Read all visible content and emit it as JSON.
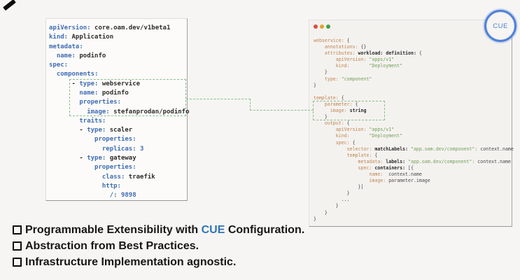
{
  "badge": {
    "label": "CUE",
    "color": "#4c7fd2"
  },
  "window_controls": {
    "close": "close",
    "minimize": "minimize",
    "maximize": "maximize"
  },
  "connector": {
    "color": "#8bbd8b",
    "style": "dashed"
  },
  "colors": {
    "background": "#f6f5f3",
    "yaml_key_blue": "#3f6db3",
    "cue_key_orange": "#c08552",
    "cue_string_green": "#74a05a",
    "highlight_green": "#8bbd8b",
    "bullet_accent_blue": "#2e74b5",
    "traffic_red": "#dd4a41",
    "traffic_yellow": "#e0a32e",
    "traffic_green": "#43a047"
  },
  "yaml_panel": {
    "lines": [
      [
        [
          "apiVersion:",
          "key"
        ],
        [
          " core.oam.dev/v1beta1",
          "val"
        ]
      ],
      [
        [
          "kind:",
          "key"
        ],
        [
          " Application",
          "val"
        ]
      ],
      [
        [
          "metadata:",
          "key"
        ]
      ],
      [
        [
          "  ",
          "val"
        ],
        [
          "name:",
          "key"
        ],
        [
          " podinfo",
          "val"
        ]
      ],
      [
        [
          "spec:",
          "key"
        ]
      ],
      [
        [
          "  ",
          "val"
        ],
        [
          "components:",
          "key"
        ]
      ],
      [
        [
          "      - ",
          "val"
        ],
        [
          "type:",
          "key"
        ],
        [
          " webservice",
          "val"
        ]
      ],
      [
        [
          "        ",
          "val"
        ],
        [
          "name:",
          "key"
        ],
        [
          " podinfo",
          "val"
        ]
      ],
      [
        [
          "        ",
          "val"
        ],
        [
          "properties:",
          "key"
        ]
      ],
      [
        [
          "          ",
          "val"
        ],
        [
          "image:",
          "key"
        ],
        [
          " stefanprodan/podinfo",
          "val"
        ]
      ],
      [
        [
          "        ",
          "val"
        ],
        [
          "traits:",
          "key"
        ]
      ],
      [
        [
          "        - ",
          "val"
        ],
        [
          "type:",
          "key"
        ],
        [
          " scaler",
          "val"
        ]
      ],
      [
        [
          "            ",
          "val"
        ],
        [
          "properties:",
          "key"
        ]
      ],
      [
        [
          "              ",
          "val"
        ],
        [
          "replicas:",
          "key"
        ],
        [
          " 3",
          "num"
        ]
      ],
      [
        [
          "        - ",
          "val"
        ],
        [
          "type:",
          "key"
        ],
        [
          " gateway",
          "val"
        ]
      ],
      [
        [
          "            ",
          "val"
        ],
        [
          "properties:",
          "key"
        ]
      ],
      [
        [
          "              ",
          "val"
        ],
        [
          "class:",
          "key"
        ],
        [
          " traefik",
          "val"
        ]
      ],
      [
        [
          "              ",
          "val"
        ],
        [
          "http:",
          "key"
        ]
      ],
      [
        [
          "                ",
          "val"
        ],
        [
          "/:",
          "key"
        ],
        [
          " 9898",
          "num"
        ]
      ]
    ]
  },
  "cue_panel": {
    "lines": [
      [
        [
          "webservice:",
          "key"
        ],
        [
          " {",
          "pl"
        ]
      ],
      [
        [
          "    ",
          "pl"
        ],
        [
          "annotations:",
          "key"
        ],
        [
          " {}",
          "pl"
        ]
      ],
      [
        [
          "    ",
          "pl"
        ],
        [
          "attributes:",
          "key"
        ],
        [
          " ",
          "pl"
        ],
        [
          "workload: definition:",
          "id"
        ],
        [
          " {",
          "pl"
        ]
      ],
      [
        [
          "        ",
          "pl"
        ],
        [
          "apiVersion:",
          "key"
        ],
        [
          " ",
          "pl"
        ],
        [
          "\"apps/v1\"",
          "str"
        ]
      ],
      [
        [
          "        ",
          "pl"
        ],
        [
          "kind:",
          "key"
        ],
        [
          "       ",
          "pl"
        ],
        [
          "\"Deployment\"",
          "str"
        ]
      ],
      [
        [
          "    }",
          "pl"
        ]
      ],
      [
        [
          "    ",
          "pl"
        ],
        [
          "type:",
          "key"
        ],
        [
          " ",
          "pl"
        ],
        [
          "\"component\"",
          "str"
        ]
      ],
      [
        [
          "}",
          "pl"
        ]
      ],
      [],
      [
        [
          "template:",
          "key"
        ],
        [
          " {",
          "pl"
        ]
      ],
      [
        [
          "    ",
          "pl"
        ],
        [
          "parameter:",
          "key"
        ],
        [
          " {",
          "pl"
        ]
      ],
      [
        [
          "      ",
          "pl"
        ],
        [
          "image:",
          "key"
        ],
        [
          " ",
          "pl"
        ],
        [
          "string",
          "id"
        ]
      ],
      [
        [
          "    }",
          "pl"
        ]
      ],
      [
        [
          "    ",
          "pl"
        ],
        [
          "output:",
          "key"
        ],
        [
          " {",
          "pl"
        ]
      ],
      [
        [
          "        ",
          "pl"
        ],
        [
          "apiVersion:",
          "key"
        ],
        [
          " ",
          "pl"
        ],
        [
          "\"apps/v1\"",
          "str"
        ]
      ],
      [
        [
          "        ",
          "pl"
        ],
        [
          "kind:",
          "key"
        ],
        [
          "       ",
          "pl"
        ],
        [
          "\"Deployment\"",
          "str"
        ]
      ],
      [
        [
          "        ",
          "pl"
        ],
        [
          "spec:",
          "key"
        ],
        [
          " {",
          "pl"
        ]
      ],
      [
        [
          "            ",
          "pl"
        ],
        [
          "selector:",
          "key"
        ],
        [
          " ",
          "pl"
        ],
        [
          "matchLabels:",
          "id"
        ],
        [
          " ",
          "pl"
        ],
        [
          "\"app.oam.dev/component\":",
          "str"
        ],
        [
          " context.name",
          "pl"
        ]
      ],
      [
        [
          "            ",
          "pl"
        ],
        [
          "template:",
          "key"
        ],
        [
          " {",
          "pl"
        ]
      ],
      [
        [
          "                ",
          "pl"
        ],
        [
          "metadata:",
          "key"
        ],
        [
          " ",
          "pl"
        ],
        [
          "labels:",
          "id"
        ],
        [
          " ",
          "pl"
        ],
        [
          "\"app.oam.dev/component\":",
          "str"
        ],
        [
          " context.name",
          "pl"
        ]
      ],
      [
        [
          "                ",
          "pl"
        ],
        [
          "spec:",
          "key"
        ],
        [
          " ",
          "pl"
        ],
        [
          "containers:",
          "id"
        ],
        [
          " [{",
          "pl"
        ]
      ],
      [
        [
          "                    ",
          "pl"
        ],
        [
          "name:",
          "key"
        ],
        [
          "  context.name",
          "pl"
        ]
      ],
      [
        [
          "                    ",
          "pl"
        ],
        [
          "image:",
          "key"
        ],
        [
          " parameter.image",
          "pl"
        ]
      ],
      [
        [
          "                }]",
          "pl"
        ]
      ],
      [
        [
          "            }",
          "pl"
        ]
      ],
      [
        [
          "          ...",
          "pl"
        ]
      ],
      [
        [
          "        }",
          "pl"
        ]
      ],
      [
        [
          "    }",
          "pl"
        ]
      ],
      [
        [
          "}",
          "pl"
        ]
      ]
    ]
  },
  "bullets": {
    "items": [
      {
        "pre": "Programmable Extensibility with ",
        "highlight": "CUE",
        "post": " Configuration."
      },
      {
        "pre": "Abstraction from Best Practices.",
        "highlight": "",
        "post": ""
      },
      {
        "pre": "Infrastructure Implementation agnostic.",
        "highlight": "",
        "post": ""
      }
    ]
  }
}
